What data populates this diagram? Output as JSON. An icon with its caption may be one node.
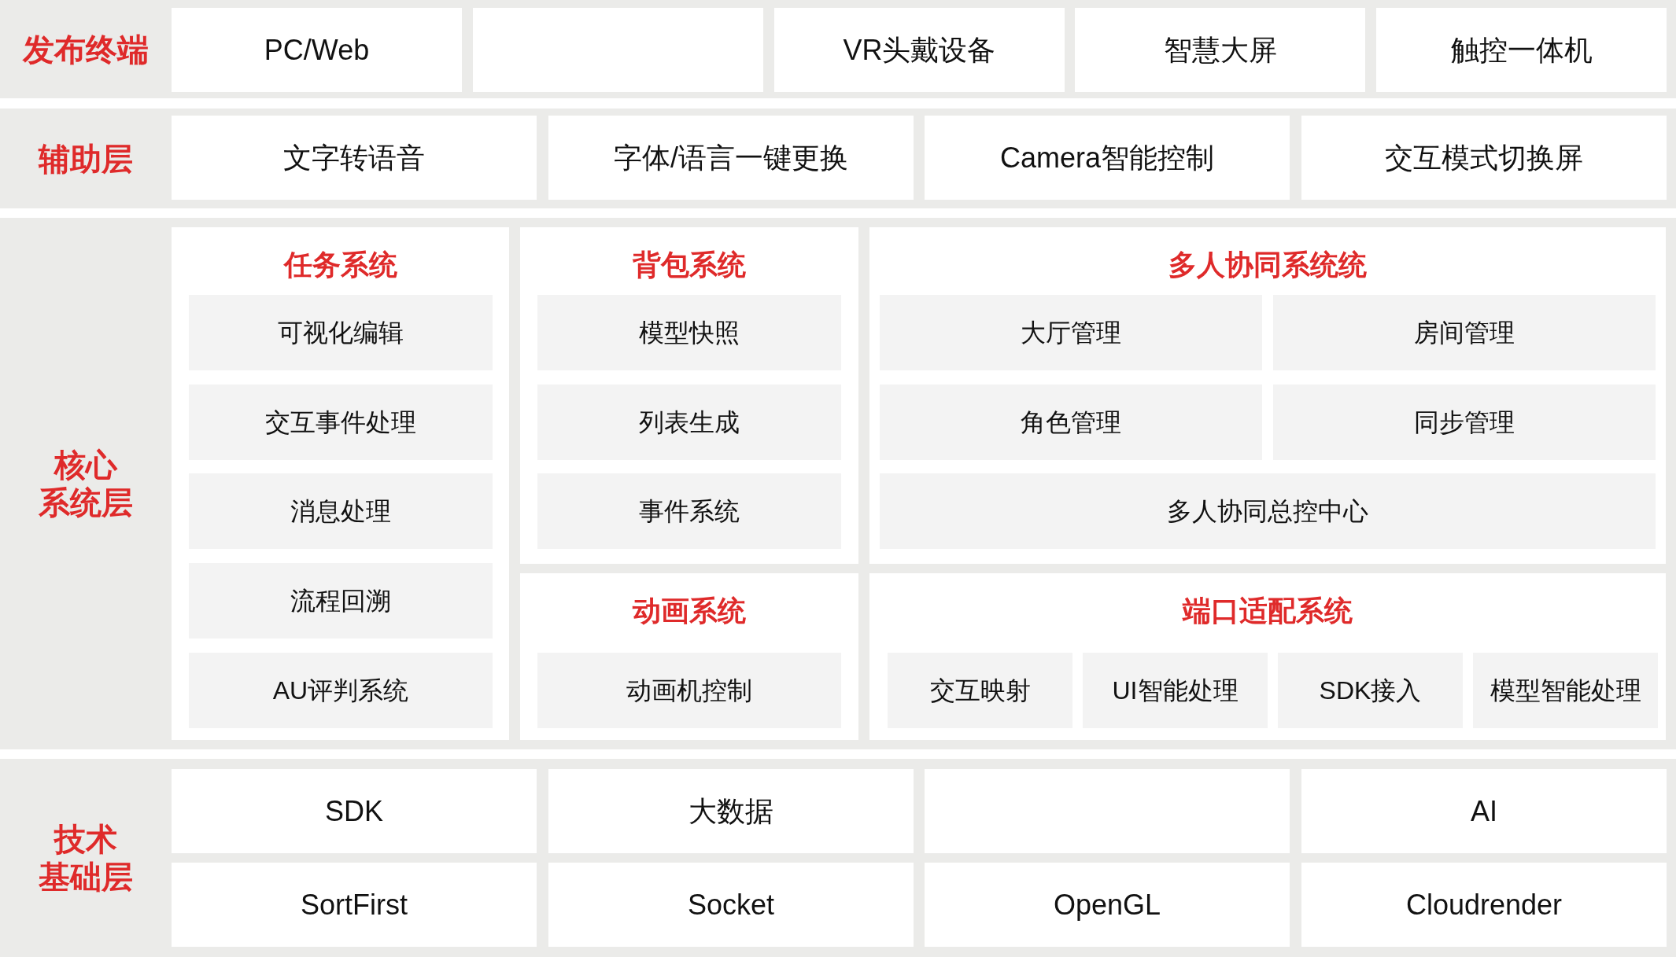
{
  "diagram": {
    "nodes": [
      {
        "text": [
          "发布终端"
        ]
      },
      {
        "text": [
          "PC/Web"
        ],
        "in": 0
      },
      {
        "text": [],
        "shape": "box",
        "in": 0
      },
      {
        "text": [
          "VR头戴设备"
        ],
        "in": 0
      },
      {
        "text": [
          "智慧大屏"
        ],
        "in": 0
      },
      {
        "text": [
          "触控一体机"
        ],
        "in": 0
      },
      {
        "text": [
          "辅助层"
        ]
      },
      {
        "text": [
          "文字转语音"
        ],
        "in": 6
      },
      {
        "text": [
          "字体/语言一键更换"
        ],
        "in": 6
      },
      {
        "text": [
          "Camera智能控制"
        ],
        "in": 6
      },
      {
        "text": [
          "交互模式切换屏"
        ],
        "in": 6
      },
      {
        "text": [
          "核心系统层"
        ]
      },
      {
        "text": [
          "任务系统"
        ],
        "in": 11
      },
      {
        "text": [
          "可视化编辑"
        ],
        "in": 12
      },
      {
        "text": [
          "交互事件处理"
        ],
        "in": 12
      },
      {
        "text": [
          "消息处理"
        ],
        "in": 12
      },
      {
        "text": [
          "流程回溯"
        ],
        "in": 12
      },
      {
        "text": [
          "AU评判系统"
        ],
        "in": 12
      },
      {
        "text": [
          "背包系统"
        ],
        "in": 11
      },
      {
        "text": [
          "模型快照"
        ],
        "in": 18
      },
      {
        "text": [
          "列表生成"
        ],
        "in": 18
      },
      {
        "text": [
          "事件系统"
        ],
        "in": 18
      },
      {
        "text": [
          "多人协同系统统"
        ],
        "in": 11
      },
      {
        "text": [
          "大厅管理"
        ],
        "in": 22
      },
      {
        "text": [
          "房间管理"
        ],
        "in": 22
      },
      {
        "text": [
          "角色管理"
        ],
        "in": 22
      },
      {
        "text": [
          "同步管理"
        ],
        "in": 22
      },
      {
        "text": [
          "多人协同总控中心"
        ],
        "in": 22
      },
      {
        "text": [
          "动画系统"
        ],
        "in": 11
      },
      {
        "text": [
          "动画机控制"
        ],
        "in": 28
      },
      {
        "text": [
          "端口适配系统"
        ],
        "in": 11
      },
      {
        "text": [
          "交互映射"
        ],
        "in": 30
      },
      {
        "text": [
          "UI智能处理"
        ],
        "in": 30
      },
      {
        "text": [
          "SDK接入"
        ],
        "in": 30
      },
      {
        "text": [
          "模型智能处理"
        ],
        "in": 30
      },
      {
        "text": [
          "技术基础层"
        ]
      },
      {
        "text": [
          "SDK"
        ],
        "in": 35
      },
      {
        "text": [
          "大数据"
        ],
        "in": 35
      },
      {
        "text": [],
        "shape": "box",
        "in": 35
      },
      {
        "text": [
          "AI"
        ],
        "in": 35
      },
      {
        "text": [
          "SortFirst"
        ],
        "in": 35
      },
      {
        "text": [
          "Socket"
        ],
        "in": 35
      },
      {
        "text": [
          "OpenGL"
        ],
        "in": 35
      },
      {
        "text": [
          "Cloudrender"
        ],
        "in": 35
      }
    ]
  }
}
